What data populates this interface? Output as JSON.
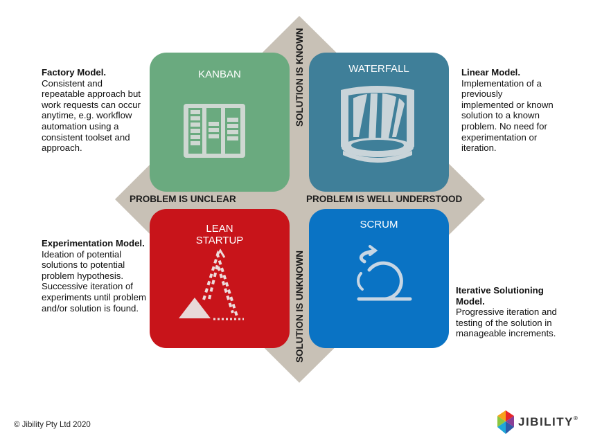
{
  "quadrants": {
    "kanban": {
      "title": "KANBAN",
      "color": "#6aaa7f",
      "icon": "kanban-board-icon"
    },
    "waterfall": {
      "title": "WATERFALL",
      "color": "#3f7f99",
      "icon": "waterfall-icon"
    },
    "lean": {
      "title_line1": "LEAN",
      "title_line2": "STARTUP",
      "color": "#c8141a",
      "icon": "mountain-climb-icon"
    },
    "scrum": {
      "title": "SCRUM",
      "color": "#0a73c4",
      "icon": "sprint-cycle-icon"
    }
  },
  "axes": {
    "top": "SOLUTION IS KNOWN",
    "bottom": "SOLUTION IS UNKNOWN",
    "left": "PROBLEM IS UNCLEAR",
    "right": "PROBLEM IS WELL UNDERSTOOD",
    "diamond_color": "#c8c1b6"
  },
  "descriptions": {
    "factory": {
      "heading": "Factory Model.",
      "body": "Consistent and repeatable approach but work requests can occur anytime, e.g. workflow automation using a consistent toolset and approach."
    },
    "linear": {
      "heading": "Linear Model.",
      "body": "Implementation of a previously implemented or known solution to a known problem. No need for experimentation or iteration."
    },
    "experimentation": {
      "heading": "Experimentation Model.",
      "body": "Ideation of potential solutions to potential problem hypothesis. Successive iteration of experiments until problem and/or solution is found."
    },
    "iterative": {
      "heading": "Iterative Solutioning Model.",
      "body": "Progressive iteration and testing of the solution in manageable increments."
    }
  },
  "footer": {
    "copyright": "© Jibility Pty Ltd 2020",
    "brand": "JIBILITY",
    "brand_mark": "®"
  }
}
